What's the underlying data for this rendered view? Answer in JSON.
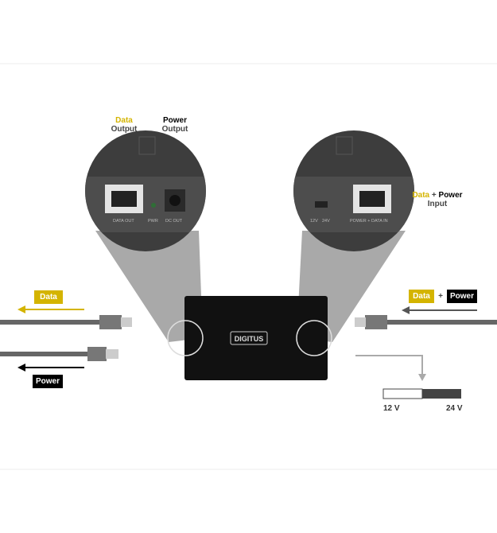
{
  "left_callout": {
    "data_word": "Data",
    "data_sub": "Output",
    "power_word": "Power",
    "power_sub": "Output",
    "port_labels": [
      "DATA OUT",
      "PWR",
      "DC OUT"
    ]
  },
  "right_callout": {
    "data_word": "Data",
    "plus": "+",
    "power_word": "Power",
    "sub": "Input",
    "port_labels": [
      "12V",
      "24V",
      "POWER + DATA IN"
    ]
  },
  "device": {
    "brand": "DIGITUS"
  },
  "left_tags": {
    "data": "Data",
    "power": "Power"
  },
  "right_tags": {
    "data": "Data",
    "plus": "+",
    "power": "Power"
  },
  "voltage_switch": {
    "low": "12 V",
    "high": "24 V",
    "selected_fraction": 0.5
  },
  "colors": {
    "data": "#d4b400",
    "power": "#000000",
    "device": "#111111",
    "panel": "#4a4a4a"
  }
}
